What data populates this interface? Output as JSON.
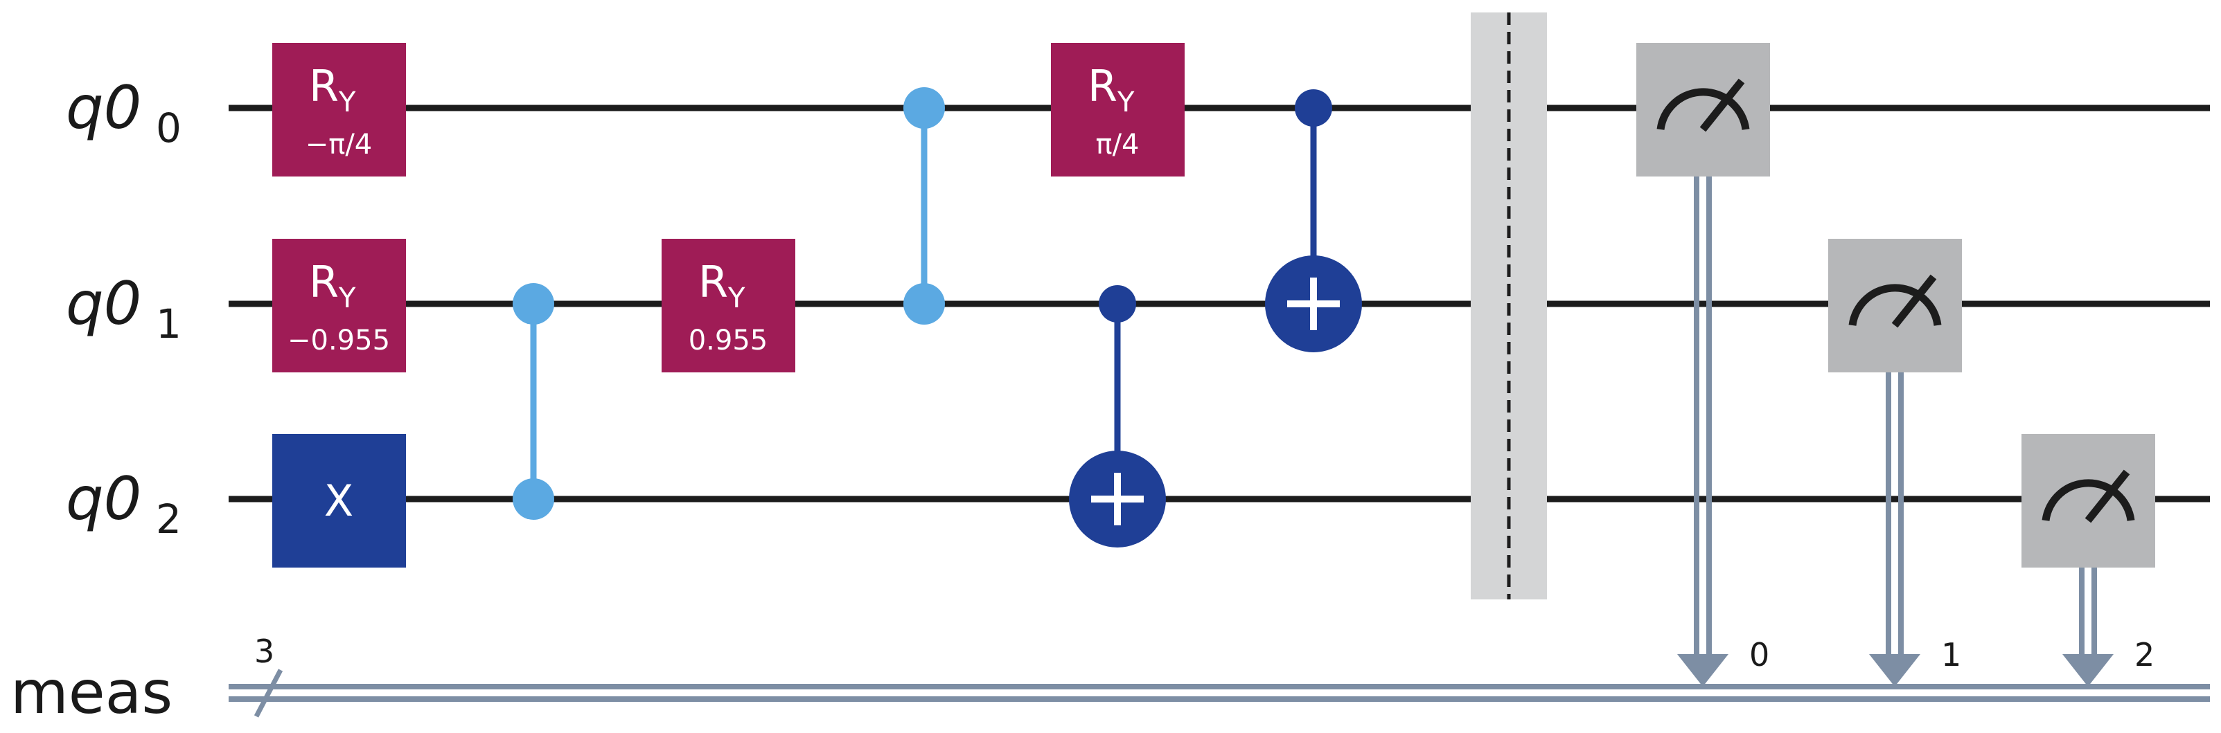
{
  "colors": {
    "wire": "#1c1c1c",
    "rotation_gate": "#9f1c56",
    "x_gate": "#1f3f96",
    "cz_light": "#5ba9e2",
    "cnot_dark": "#1f3f96",
    "measure_box": "#b6b7b9",
    "barrier_fill": "#d4d5d6",
    "classical": "#7d8ea4"
  },
  "qubits": [
    {
      "name": "q0",
      "index": "0"
    },
    {
      "name": "q0",
      "index": "1"
    },
    {
      "name": "q0",
      "index": "2"
    }
  ],
  "classical_register": {
    "name": "meas",
    "size": "3"
  },
  "gates": [
    {
      "id": "ry-q0-neg-pi4",
      "type": "RY",
      "label_main": "R",
      "label_sub": "Y",
      "param": "−π/4",
      "qubit": 0,
      "column": 0
    },
    {
      "id": "ry-q1-neg-0955",
      "type": "RY",
      "label_main": "R",
      "label_sub": "Y",
      "param": "−0.955",
      "qubit": 1,
      "column": 0
    },
    {
      "id": "x-q2",
      "type": "X",
      "label_main": "X",
      "qubit": 2,
      "column": 0
    },
    {
      "id": "ry-q1-0955",
      "type": "RY",
      "label_main": "R",
      "label_sub": "Y",
      "param": "0.955",
      "qubit": 1,
      "column": 2
    },
    {
      "id": "ry-q0-pi4",
      "type": "RY",
      "label_main": "R",
      "label_sub": "Y",
      "param": "π/4",
      "qubit": 0,
      "column": 4
    }
  ],
  "controlled": [
    {
      "id": "cz-q1-q2",
      "type": "CZ",
      "qubits": [
        1,
        2
      ],
      "column": 1,
      "color": "light"
    },
    {
      "id": "cz-q0-q1",
      "type": "CZ",
      "qubits": [
        0,
        1
      ],
      "column": 3,
      "color": "light"
    },
    {
      "id": "cnot-q1-q2",
      "type": "CX",
      "control": 1,
      "target": 2,
      "column": 4
    },
    {
      "id": "cnot-q0-q1",
      "type": "CX",
      "control": 0,
      "target": 1,
      "column": 5
    }
  ],
  "barrier": {
    "present": true
  },
  "measurements": [
    {
      "qubit": 0,
      "clbit": "0"
    },
    {
      "qubit": 1,
      "clbit": "1"
    },
    {
      "qubit": 2,
      "clbit": "2"
    }
  ]
}
